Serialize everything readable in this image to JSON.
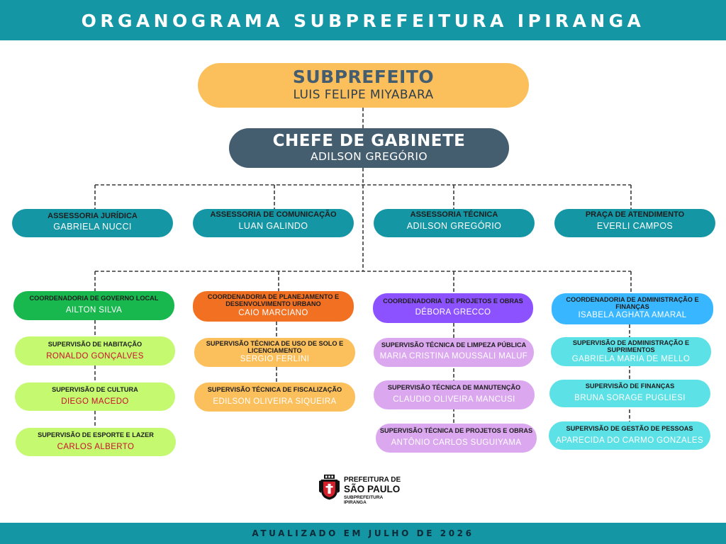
{
  "header": {
    "title": "ORGANOGRAMA SUBPREFEITURA IPIRANGA"
  },
  "subprefeito": {
    "title": "SUBPREFEITO",
    "name": "LUIS FELIPE MIYABARA"
  },
  "chefe_gabinete": {
    "title": "CHEFE DE GABINETE",
    "name": "ADILSON GREGÓRIO"
  },
  "assessorias": [
    {
      "title": "ASSESSORIA JURÍDICA",
      "name": "GABRIELA NUCCI"
    },
    {
      "title": "ASSESSORIA DE COMUNICAÇÃO",
      "name": "LUAN GALINDO"
    },
    {
      "title": "ASSESSORIA TÉCNICA",
      "name": "ADILSON GREGÓRIO"
    },
    {
      "title": "PRAÇA DE ATENDIMENTO",
      "name": "EVERLI CAMPOS"
    }
  ],
  "coordenadorias": [
    {
      "title": "COORDENADORIA DE GOVERNO LOCAL",
      "name": "AILTON SILVA",
      "supervisoes": [
        {
          "title": "SUPERVISÃO DE HABITAÇÃO",
          "name": "RONALDO GONÇALVES"
        },
        {
          "title": "SUPERVISÃO DE CULTURA",
          "name": "DIEGO MACEDO"
        },
        {
          "title": "SUPERVISÃO DE ESPORTE E LAZER",
          "name": "CARLOS ALBERTO"
        }
      ]
    },
    {
      "title": "COORDENADORIA DE PLANEJAMENTO E DESENVOLVIMENTO URBANO",
      "name": "CAIO MARCIANO",
      "supervisoes": [
        {
          "title": "SUPERVISÃO TÉCNICA DE USO DE SOLO E LICENCIAMENTO",
          "name": "SERGIO FERLINI"
        },
        {
          "title": "SUPERVISÃO TÉCNICA DE FISCALIZAÇÃO",
          "name": "EDILSON OLIVEIRA SIQUEIRA"
        }
      ]
    },
    {
      "title": "COORDENADORIA  DE PROJETOS E OBRAS",
      "name": "DÉBORA GRECCO",
      "supervisoes": [
        {
          "title": "SUPERVISÃO TÉCNICA DE LIMPEZA PÚBLICA",
          "name": "MARIA CRISTINA MOUSSALI MALUF"
        },
        {
          "title": "SUPERVISÃO TÉCNICA DE MANUTENÇÃO",
          "name": "CLAUDIO OLIVEIRA MANCUSI"
        },
        {
          "title": "SUPERVISÃO TÉCNICA DE PROJETOS E OBRAS",
          "name": "ANTÔNIO CARLOS SUGUIYAMA"
        }
      ]
    },
    {
      "title": "COORDENADORIA DE ADMINISTRAÇÃO E FINANÇAS",
      "name": "ISABELA AGHATA AMARAL",
      "supervisoes": [
        {
          "title": "SUPERVISÃO DE ADMINISTRAÇÃO E SUPRIMENTOS",
          "name": "GABRIELA MARIA DE MELLO"
        },
        {
          "title": "SUPERVISÃO DE FINANÇAS",
          "name": "BRUNA SORAGE PUGLIESI"
        },
        {
          "title": "SUPERVISÃO DE GESTÃO DE PESSOAS",
          "name": "APARECIDA DO CARMO GONZALES"
        }
      ]
    }
  ],
  "logo": {
    "line1": "PREFEITURA DE",
    "line2": "SÃO PAULO",
    "line3a": "SUBPREFEITURA",
    "line3b": "IPIRANGA"
  },
  "footer": {
    "text": "ATUALIZADO EM JULHO DE 2026"
  },
  "colors": {
    "header_bar": "#1596a5",
    "subprefeito": "#fbbf5c",
    "chefe": "#445e70",
    "assessoria": "#1596a5",
    "governo_local_head": "#18b84f",
    "governo_local_sup": "#c4f970",
    "planejamento_head": "#f27022",
    "planejamento_sup": "#fbbf5c",
    "projetos_head": "#8c52ff",
    "projetos_sup": "#dba7ef",
    "administracao_head": "#38b6ff",
    "administracao_sup": "#5ce1e6"
  }
}
